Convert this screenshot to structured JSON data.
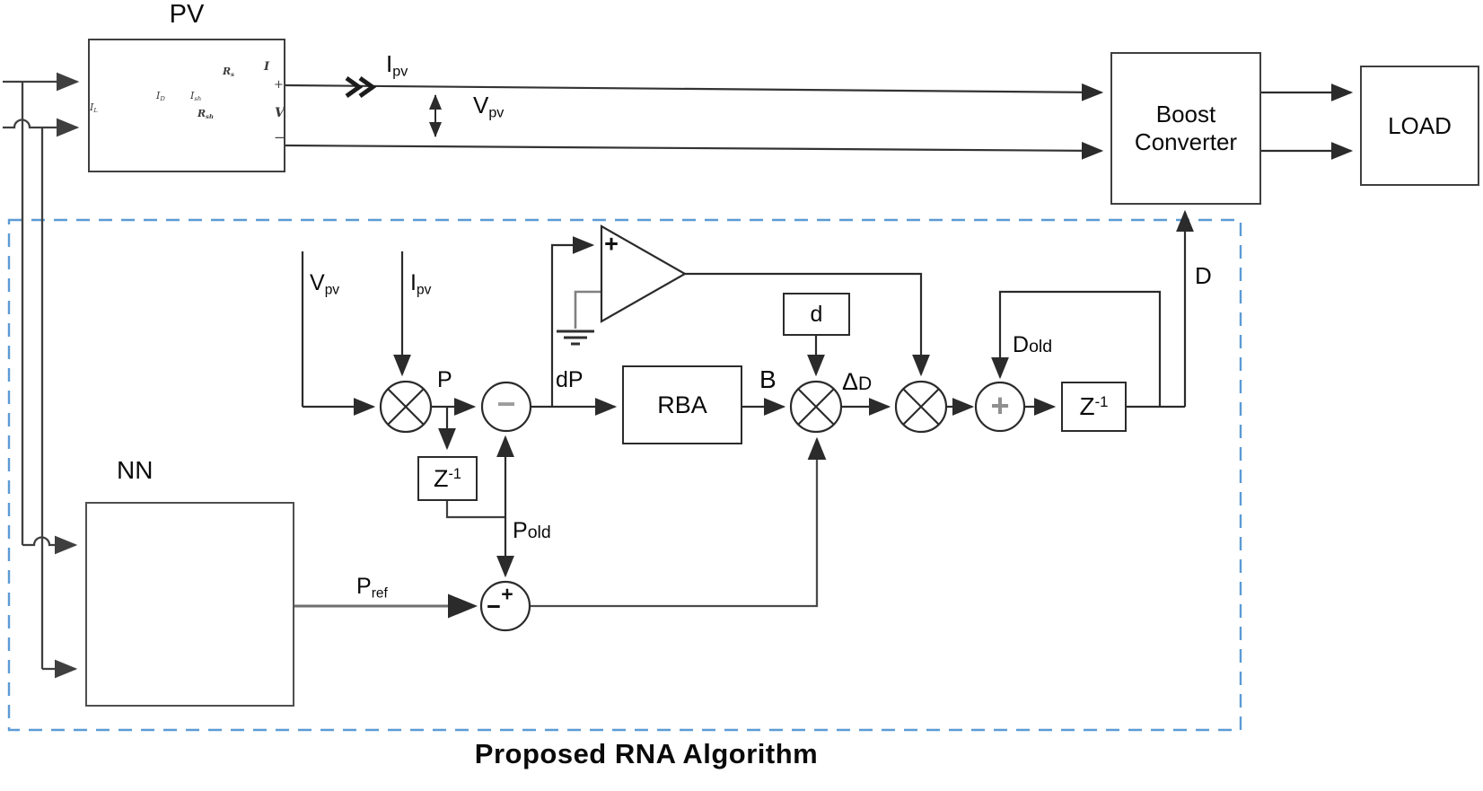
{
  "title": "Proposed RNA Algorithm",
  "blocks": {
    "pv": "PV",
    "nn": "NN",
    "boost_line1": "Boost",
    "boost_line2": "Converter",
    "load": "LOAD",
    "rba": "RBA",
    "d_gain": "d",
    "z_inverse_base": "Z",
    "z_inverse_exp": "-1"
  },
  "signals": {
    "ipv_base": "I",
    "ipv_sub": "pv",
    "vpv_base": "V",
    "vpv_sub": "pv",
    "p": "P",
    "dp": "dP",
    "pold_base": "P",
    "pold_sub": "old",
    "pref_base": "P",
    "pref_sub": "ref",
    "b": "B",
    "delta": "Δ",
    "delta_d": "D",
    "dold_base": "D",
    "dold_sub": "old",
    "d_out": "D",
    "comparator_plus": "+",
    "subtractor_minus": "−",
    "adder_plus": "+",
    "pref_plus": "+",
    "pref_minus": "−"
  },
  "pv_circuit": {
    "il_base": "I",
    "il_sub": "L",
    "id_base": "I",
    "id_sub": "D",
    "ish_base": "I",
    "ish_sub": "sh",
    "rs_base": "R",
    "rs_sub": "s",
    "rsh_base": "R",
    "rsh_sub": "sh",
    "i": "I",
    "v": "V",
    "plus": "+",
    "minus": "−"
  },
  "colors": {
    "dashed_border": "#5b9bd5",
    "line": "#2b2b2b",
    "gray_line": "#808080"
  }
}
